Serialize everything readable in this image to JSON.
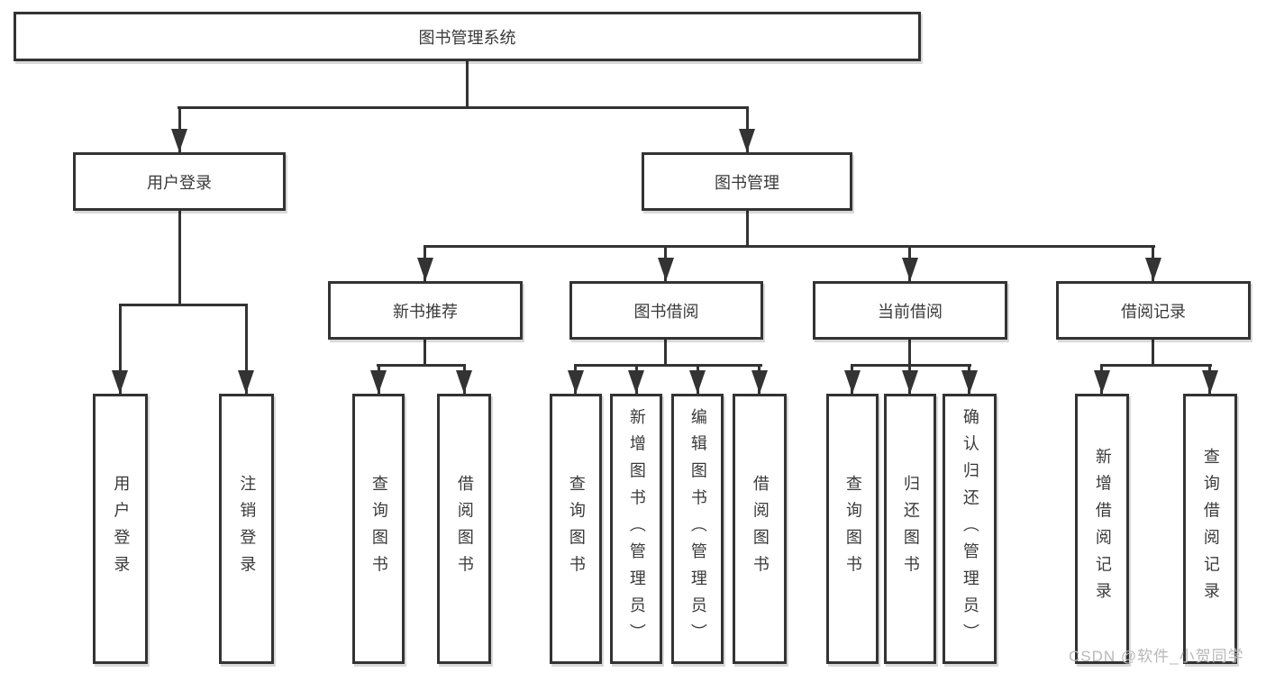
{
  "root": {
    "label": "图书管理系统"
  },
  "level2": {
    "user_login": {
      "label": "用户登录"
    },
    "book_mgmt": {
      "label": "图书管理"
    }
  },
  "level3": {
    "new_books": {
      "label": "新书推荐"
    },
    "book_borrow": {
      "label": "图书借阅"
    },
    "current_borrow": {
      "label": "当前借阅"
    },
    "borrow_records": {
      "label": "借阅记录"
    }
  },
  "leaves": {
    "user_login": [
      {
        "label": "用户登录"
      },
      {
        "label": "注销登录"
      }
    ],
    "new_books": [
      {
        "label": "查询图书"
      },
      {
        "label": "借阅图书"
      }
    ],
    "book_borrow": [
      {
        "label": "查询图书"
      },
      {
        "label": "新增图书（管理员）"
      },
      {
        "label": "编辑图书（管理员）"
      },
      {
        "label": "借阅图书"
      }
    ],
    "current_borrow": [
      {
        "label": "查询图书"
      },
      {
        "label": "归还图书"
      },
      {
        "label": "确认归还（管理员）"
      }
    ],
    "borrow_records": [
      {
        "label": "新增借阅记录"
      },
      {
        "label": "查询借阅记录"
      }
    ]
  },
  "watermark": "CSDN @软件_小贺同学",
  "colors": {
    "line": "#333333",
    "text": "#3a3a3a",
    "watermark": "#b8b8b8",
    "background": "#ffffff"
  }
}
